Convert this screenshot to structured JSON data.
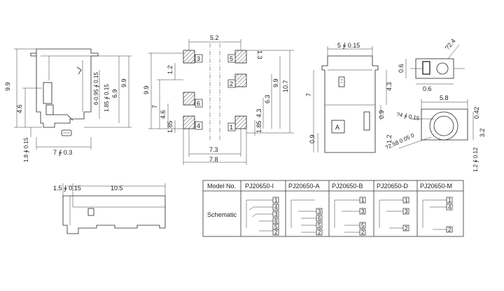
{
  "views": {
    "front": {
      "dims": {
        "height_total": "9.9",
        "height_mid": "4.6",
        "foot": "1.8 ∲ 0.15",
        "width": "7 ∲ 0.3",
        "barrel_dia": "6-0.95 ∲ 0.15",
        "barrel_inner": "1.85 ∲ 0.15",
        "ctr_height": "6.9",
        "right_height": "9.9"
      }
    },
    "pcb_layout": {
      "pins": [
        "3",
        "5",
        "2",
        "6",
        "4",
        "1"
      ],
      "dims": {
        "top_span": "5.2",
        "left_total": "9.9",
        "left_mid": "7",
        "left_low": "4.6",
        "left_foot": "1.85",
        "pitch_top": "1.2",
        "right_top": "1.3",
        "right_total": "10.7",
        "right_mid": "9.9",
        "right_a": "6.3",
        "right_b": "4.3",
        "right_foot": "1.85",
        "bottom_inner": "7.3",
        "bottom_outer": "7.8"
      }
    },
    "side": {
      "dims": {
        "width": "5 ∲ 0.15",
        "height": "7",
        "right_a": "4.3",
        "right_b": "0.9",
        "bottom_left": "0.9",
        "right_c": "1.2"
      },
      "marker": "A"
    },
    "top_detail": {
      "dims": {
        "dia": "?2.4",
        "left": "0.6",
        "bottom": "0.6"
      }
    },
    "round_detail": {
      "dims": {
        "width": "5.8",
        "right_a": "0.42",
        "hole": "?4 ∲ 0.15",
        "angle": "?2.58 0.05 0",
        "right_b": "3.2",
        "bottom": "1.2 ∲ 0.12"
      }
    },
    "bottom": {
      "dims": {
        "left": "1.5 ∲ 0.15",
        "length": "10.5"
      }
    }
  },
  "table": {
    "header_label": "Model No.",
    "row_label": "Schematic",
    "models": [
      "PJ20650-I",
      "PJ20650-A",
      "PJ20650-B",
      "PJ20650-D",
      "PJ20650-M"
    ],
    "schematic_pins": {
      "PJ20650-I": [
        "1",
        "4",
        "3",
        "6",
        "5",
        "2"
      ],
      "PJ20650-A": [
        "3",
        "6",
        "5",
        "2"
      ],
      "PJ20650-B": [
        "1",
        "3",
        "5",
        "2"
      ],
      "PJ20650-D": [
        "1",
        "3",
        "2"
      ],
      "PJ20650-M": [
        "1",
        "4",
        "2"
      ]
    }
  }
}
